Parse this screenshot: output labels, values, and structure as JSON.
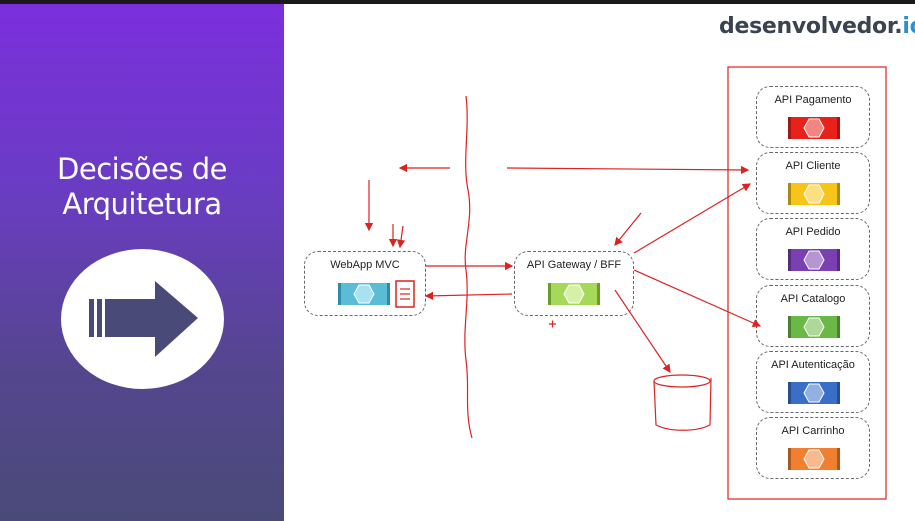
{
  "slide": {
    "title_lines": [
      "Decisões de",
      "Arquitetura"
    ],
    "brand_main": "desenvolvedor.",
    "brand_suffix": "io"
  },
  "nodes": {
    "webapp": {
      "label": "WebApp MVC",
      "color": "#5bbcd6"
    },
    "gateway": {
      "label": "API Gateway / BFF",
      "color": "#a6d85a"
    }
  },
  "apis": [
    {
      "label": "API Pagamento",
      "color": "#e8211b"
    },
    {
      "label": "API Cliente",
      "color": "#f7c51a"
    },
    {
      "label": "API Pedido",
      "color": "#7a3fb0"
    },
    {
      "label": "API Catalogo",
      "color": "#6ab845"
    },
    {
      "label": "API Autenticação",
      "color": "#3a6fc8"
    },
    {
      "label": "API Carrinho",
      "color": "#f08030"
    }
  ],
  "colors": {
    "annotation": "#dd2222",
    "panel_top": "#7b2fdc",
    "panel_bottom": "#4a4a78",
    "brand_accent": "#2d8fd0"
  },
  "icons": {
    "arrow": "right-arrow-icon",
    "service": "hexagon-service-icon",
    "document": "document-icon",
    "database": "database-icon"
  }
}
